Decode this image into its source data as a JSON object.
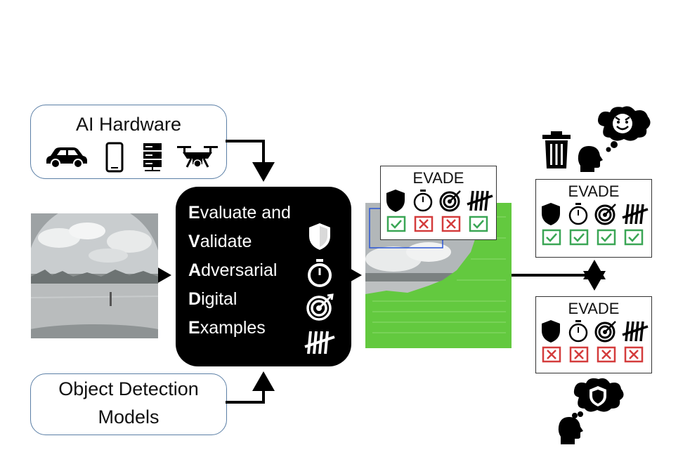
{
  "hardware_box": {
    "title": "AI Hardware",
    "icons": [
      "car-icon",
      "phone-icon",
      "server-icon",
      "drone-icon"
    ]
  },
  "models_box": {
    "title_line1": "Object Detection",
    "title_line2": "Models"
  },
  "evade_center": {
    "lines": [
      {
        "initial": "E",
        "rest": "valuate and"
      },
      {
        "initial": "V",
        "rest": "alidate"
      },
      {
        "initial": "A",
        "rest": "dversarial"
      },
      {
        "initial": "D",
        "rest": "igital"
      },
      {
        "initial": "E",
        "rest": "xamples"
      }
    ],
    "icons": [
      "shield-icon",
      "stopwatch-icon",
      "target-icon",
      "tally-icon"
    ]
  },
  "evade_top": {
    "title": "EVADE",
    "results": [
      "pass",
      "fail",
      "fail",
      "pass"
    ]
  },
  "evade_right_top": {
    "title": "EVADE",
    "results": [
      "pass",
      "pass",
      "pass",
      "pass"
    ]
  },
  "evade_right_bottom": {
    "title": "EVADE",
    "results": [
      "fail",
      "fail",
      "fail",
      "fail"
    ]
  },
  "colors": {
    "pass": "#3aa655",
    "fail": "#d43c3c",
    "box_border": "#5b7fa6",
    "overlay": "#5fcf3a"
  },
  "side_icons": [
    "trash-icon",
    "evil-thought-icon",
    "person-head-icon",
    "shield-thought-icon",
    "person-head-icon"
  ]
}
